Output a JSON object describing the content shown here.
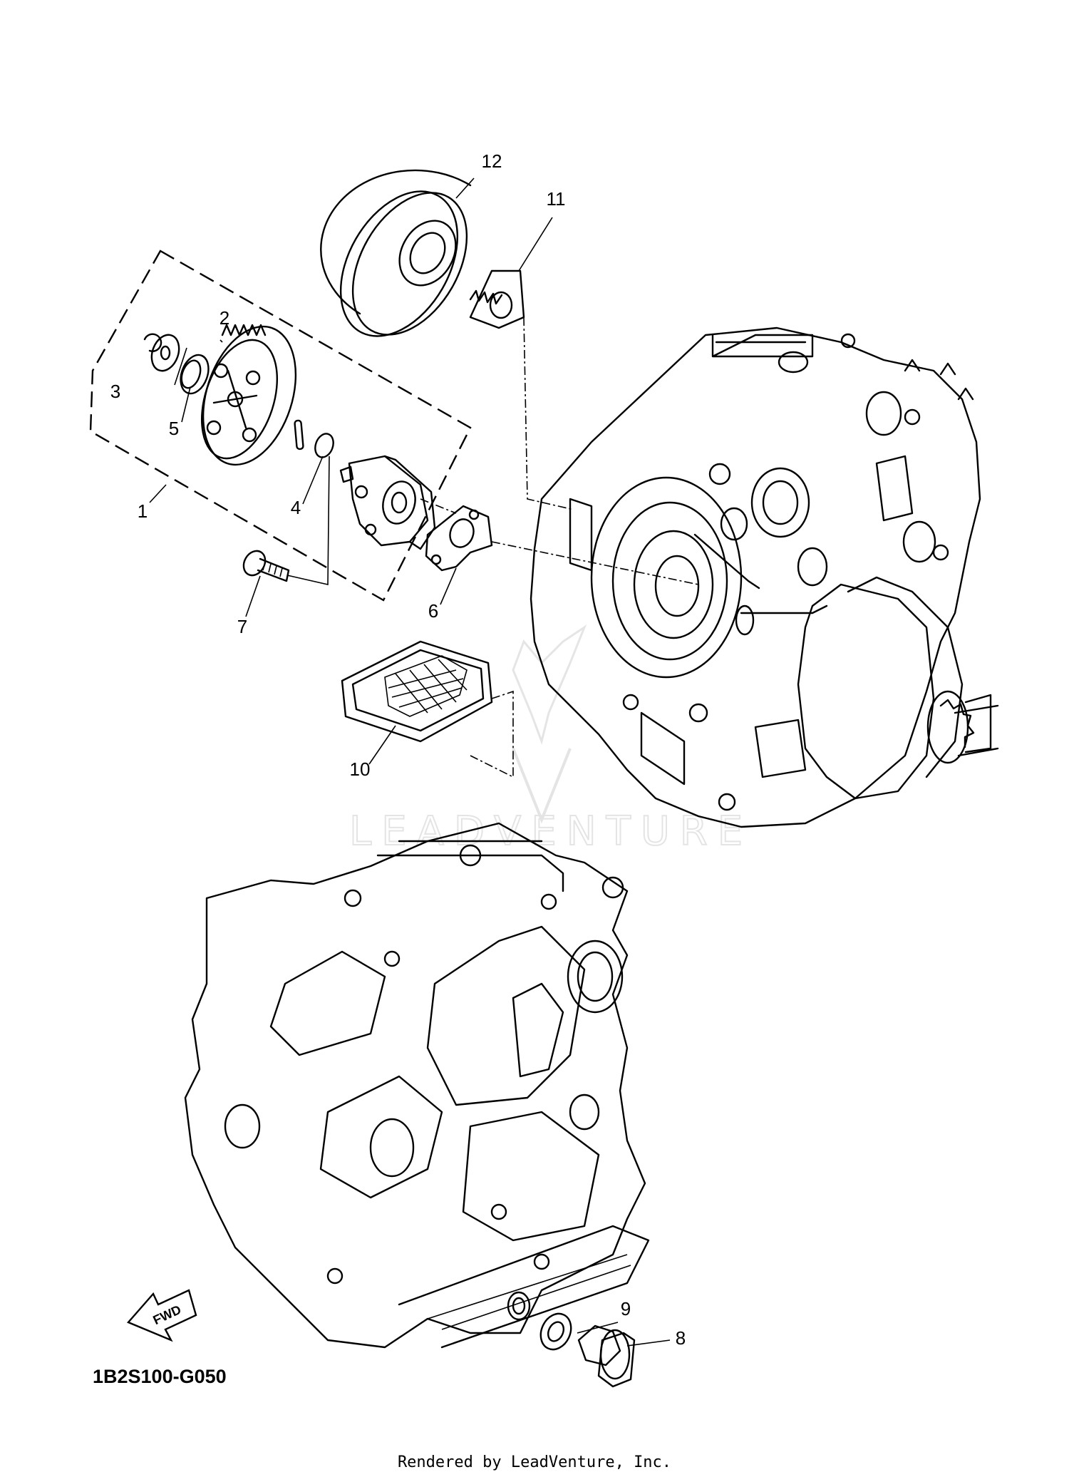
{
  "diagram": {
    "part_code": "1B2S100-G050",
    "footer": "Rendered by LeadVenture, Inc.",
    "watermark": "LEADVENTURE",
    "fwd_label": "FWD",
    "callouts": [
      {
        "id": "1",
        "label": "1"
      },
      {
        "id": "2",
        "label": "2"
      },
      {
        "id": "3",
        "label": "3"
      },
      {
        "id": "4",
        "label": "4"
      },
      {
        "id": "5",
        "label": "5"
      },
      {
        "id": "6",
        "label": "6"
      },
      {
        "id": "7",
        "label": "7"
      },
      {
        "id": "8",
        "label": "8"
      },
      {
        "id": "9",
        "label": "9"
      },
      {
        "id": "10",
        "label": "10"
      },
      {
        "id": "11",
        "label": "11"
      },
      {
        "id": "12",
        "label": "12"
      }
    ]
  }
}
